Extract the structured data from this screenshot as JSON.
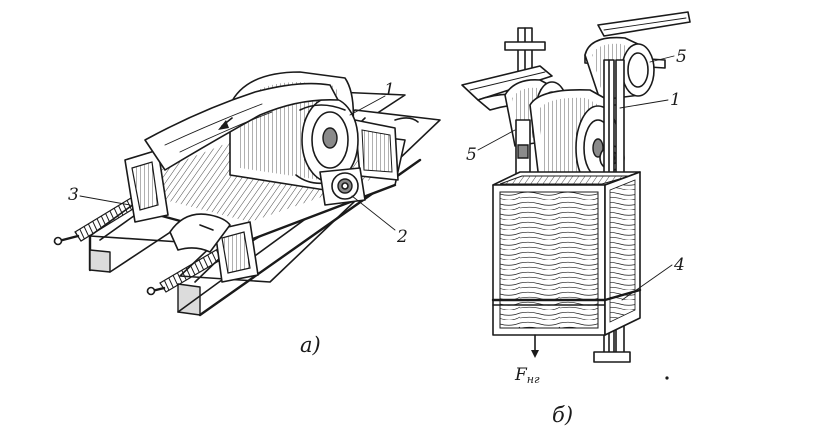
{
  "diagram_a": {
    "callouts": {
      "drum": "1",
      "nut": "2",
      "screw": "3"
    },
    "caption": "а)"
  },
  "diagram_b": {
    "callouts": {
      "drum": "1",
      "crate": "4",
      "roller_right": "5",
      "roller_left": "5"
    },
    "force_main": "F",
    "force_sub": "нг",
    "caption": "б)"
  }
}
